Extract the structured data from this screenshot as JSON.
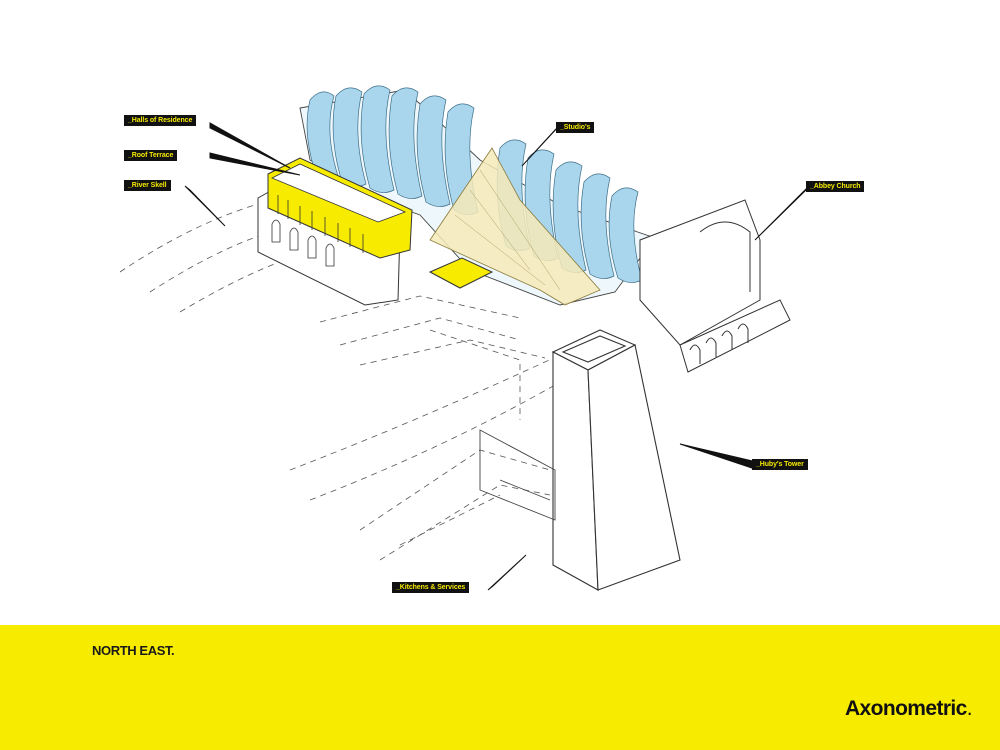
{
  "labels": {
    "halls_of_residence": "_Halls of Residence",
    "roof_terrace": "_Roof Terrace",
    "river_skell": "_River Skell",
    "studios": "_Studio's",
    "abbey_church": "_Abbey Church",
    "hubys_tower": "_Huby's Tower",
    "kitchens_services": "_Kitchens & Services"
  },
  "footer": {
    "view_label": "NORTH EAST.",
    "sheet_title": "Axonometric",
    "sheet_title_period": "."
  },
  "colors": {
    "accent_yellow": "#f7ec00",
    "label_background": "#111111",
    "label_text": "#f4e800",
    "roof_blue": "#a9d6ec",
    "canopy_cream": "#f6eab9"
  }
}
